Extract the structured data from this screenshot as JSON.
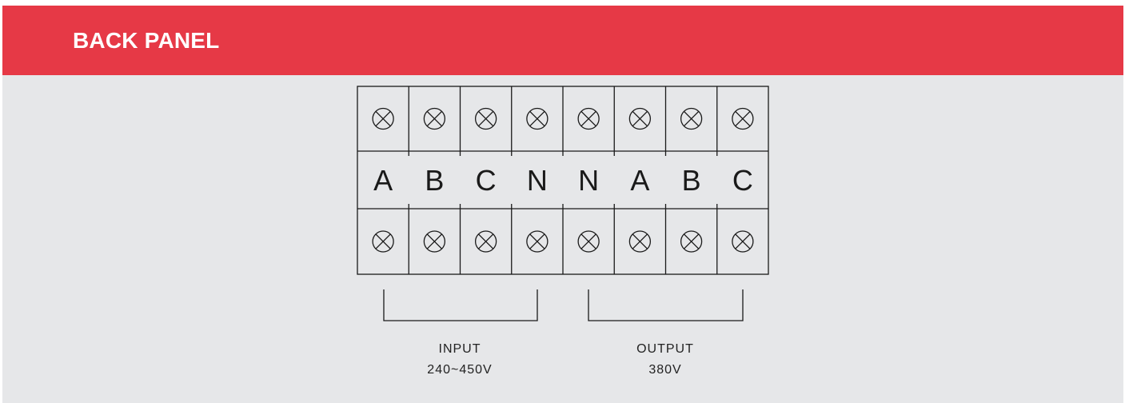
{
  "header": {
    "title": "BACK PANEL",
    "background_color": "#e63946",
    "text_color": "#ffffff"
  },
  "terminal_block": {
    "terminals": [
      "A",
      "B",
      "C",
      "N",
      "N",
      "A",
      "B",
      "C"
    ],
    "screw_icon": "circle-x-screw-icon",
    "line_color": "#1a1a1a"
  },
  "groups": [
    {
      "name": "INPUT",
      "voltage": "240~450V"
    },
    {
      "name": "OUTPUT",
      "voltage": "380V"
    }
  ],
  "panel_background": "#e6e7e9"
}
